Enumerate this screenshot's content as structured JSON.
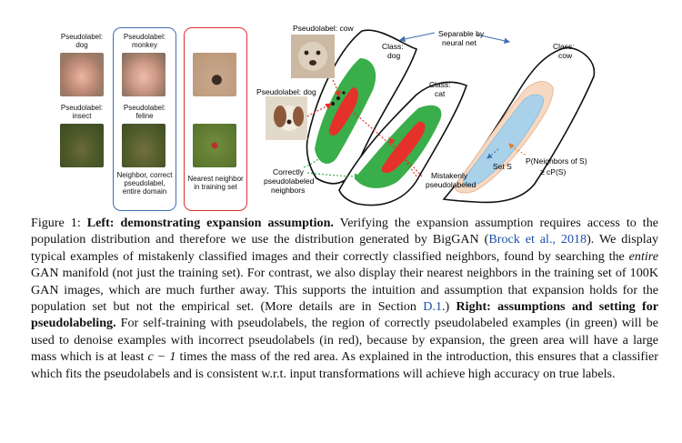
{
  "left_panel": {
    "col1_top_label": "Pseudolabel:\ndog",
    "col1_bottom_label": "Pseudolabel:\ninsect",
    "col2_top_label": "Pseudolabel:\nmonkey",
    "col2_bottom_label": "Pseudolabel:\nfeline",
    "col2_caption": "Neighbor, correct\npseudolabel,\nentire domain",
    "col3_caption": "Nearest neighbor\nin training set",
    "colors": {
      "blue_box": "#3f6fb0",
      "red_box": "#d9322f"
    }
  },
  "right_panel": {
    "pseudolabel_cow": "Pseudolabel: cow",
    "pseudolabel_dog": "Pseudolabel: dog",
    "class_dog": "Class:\ndog",
    "class_cat": "Class:\ncat",
    "class_cow": "Class:\ncow",
    "separable": "Separable by\nneural net",
    "correctly": "Correctly\npseudolabeled\nneighbors",
    "mistakenly": "Mistakenly\npseudolabeled",
    "set_s": "Set S",
    "neighbors_line1": "P(Neighbors of S)",
    "neighbors_line2": "≥ cP(S)",
    "colors": {
      "green": "#3aae4a",
      "red": "#e6312b",
      "orange": "#f6d9c2",
      "blue": "#a9d1ea"
    }
  },
  "caption": {
    "fig_label": "Figure 1: ",
    "left_heading": "Left: demonstrating expansion assumption.",
    "t1": " Verifying the expansion assumption requires access to the population distribution and therefore we use the distribution generated by BigGAN (",
    "cite": "Brock et al., 2018",
    "t2": "). We display typical examples of mistakenly classified images and their correctly classified neighbors, found by searching the ",
    "entire": "entire",
    "t3": " GAN manifold (not just the training set). For contrast, we also display their nearest neighbors in the training set of 100K GAN images, which are much further away. This supports the intuition and assumption that expansion holds for the population set but not the empirical set. (More details are in Section ",
    "section": "D.1",
    "t4": ".) ",
    "right_heading": "Right: assumptions and setting for pseudolabeling.",
    "t5": " For self-training with pseudolabels, the region of correctly pseudolabeled examples (in green) will be used to denoise examples with incorrect pseudolabels (in red), because by expansion, the green area will have a large mass which is at least ",
    "math": "c − 1",
    "t6": " times the mass of the red area. As explained in the introduction, this ensures that a classifier which fits the pseudolabels and is consistent w.r.t. input transformations will achieve high accuracy on true labels."
  }
}
